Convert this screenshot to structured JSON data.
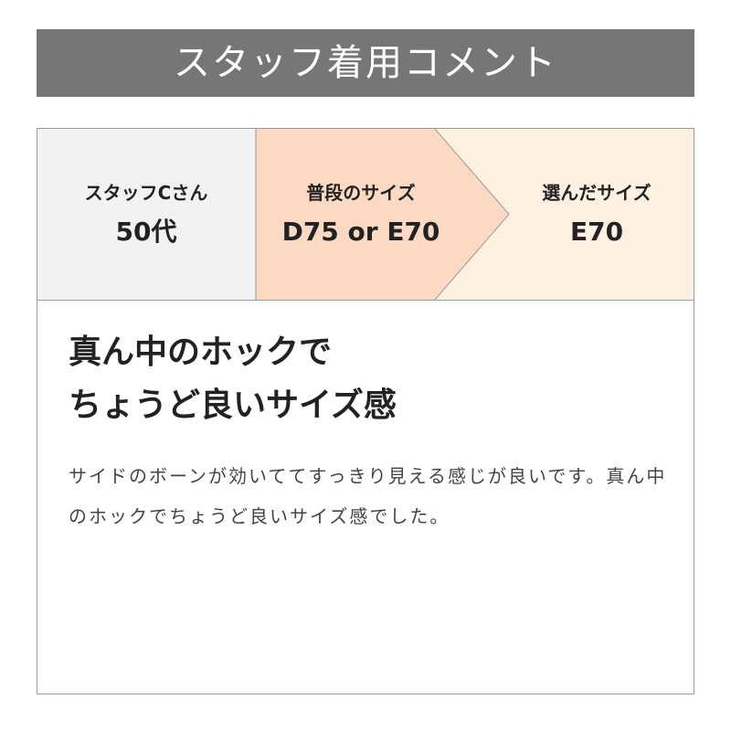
{
  "header": {
    "title": "スタッフ着用コメント"
  },
  "info": {
    "staff": {
      "label": "スタッフCさん",
      "value": "50代"
    },
    "usual_size": {
      "label": "普段のサイズ",
      "value": "D75 or E70"
    },
    "chosen_size": {
      "label": "選んだサイズ",
      "value": "E70"
    }
  },
  "comment": {
    "heading_line1": "真ん中のホックで",
    "heading_line2": "ちょうど良いサイズ感",
    "body": "サイドのボーンが効いててすっきり見える感じが良いです。真ん中のホックでちょうど良いサイズ感でした。"
  },
  "colors": {
    "title_bar": "#767676",
    "staff_cell": "#f2f2f4",
    "usual_cell": "#fbd9c2",
    "chosen_cell": "#fff1e2",
    "border": "#9a9a9a"
  }
}
